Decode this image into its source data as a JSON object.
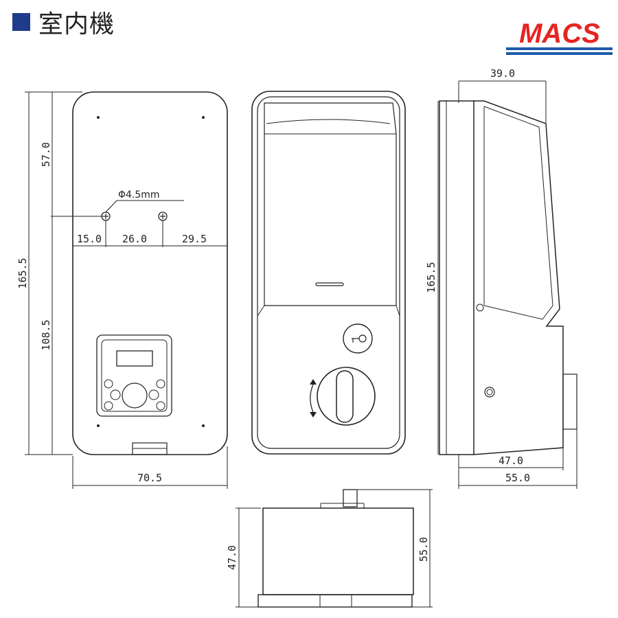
{
  "title": {
    "text": "室内機",
    "square_color": "#1f3b8c"
  },
  "logo": {
    "text": "MACS",
    "text_color": "#e52421",
    "stripe_color": "#1d5aa8"
  },
  "front_view": {
    "hole_label": "Φ4.5mm",
    "dims": {
      "top": "57.0",
      "bottom": "108.5",
      "total_height": "165.5",
      "left_offset": "15.0",
      "hole_spacing": "26.0",
      "right_offset": "29.5",
      "width": "70.5"
    }
  },
  "side_view": {
    "dims": {
      "top_depth": "39.0",
      "height": "165.5",
      "base_depth": "47.0",
      "total_depth": "55.0"
    }
  },
  "bottom_view": {
    "dims": {
      "body_height": "47.0",
      "total_height": "55.0"
    }
  },
  "colors": {
    "line": "#222222",
    "dim_line": "#444444"
  }
}
